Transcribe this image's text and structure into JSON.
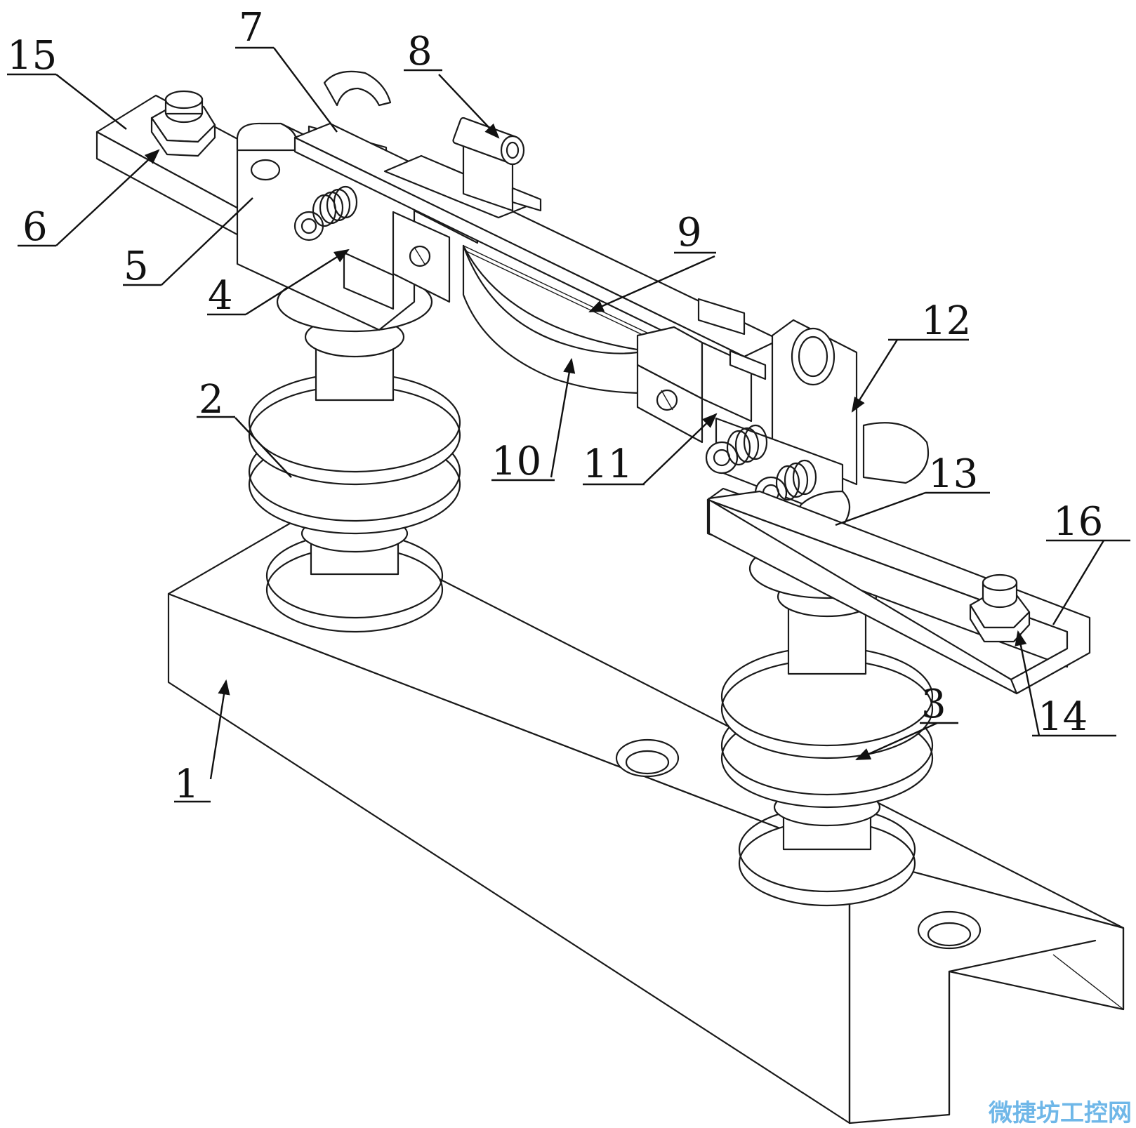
{
  "labels": [
    {
      "id": "1",
      "text": "1"
    },
    {
      "id": "2",
      "text": "2"
    },
    {
      "id": "3",
      "text": "3"
    },
    {
      "id": "4",
      "text": "4"
    },
    {
      "id": "5",
      "text": "5"
    },
    {
      "id": "6",
      "text": "6"
    },
    {
      "id": "7",
      "text": "7"
    },
    {
      "id": "8",
      "text": "8"
    },
    {
      "id": "9",
      "text": "9"
    },
    {
      "id": "10",
      "text": "10"
    },
    {
      "id": "11",
      "text": "11"
    },
    {
      "id": "12",
      "text": "12"
    },
    {
      "id": "13",
      "text": "13"
    },
    {
      "id": "14",
      "text": "14"
    },
    {
      "id": "15",
      "text": "15"
    },
    {
      "id": "16",
      "text": "16"
    }
  ],
  "watermark": "微捷坊工控网",
  "colors": {
    "line": "#1a1a1a",
    "watermark": "#6fb7e8",
    "background": "#ffffff"
  }
}
